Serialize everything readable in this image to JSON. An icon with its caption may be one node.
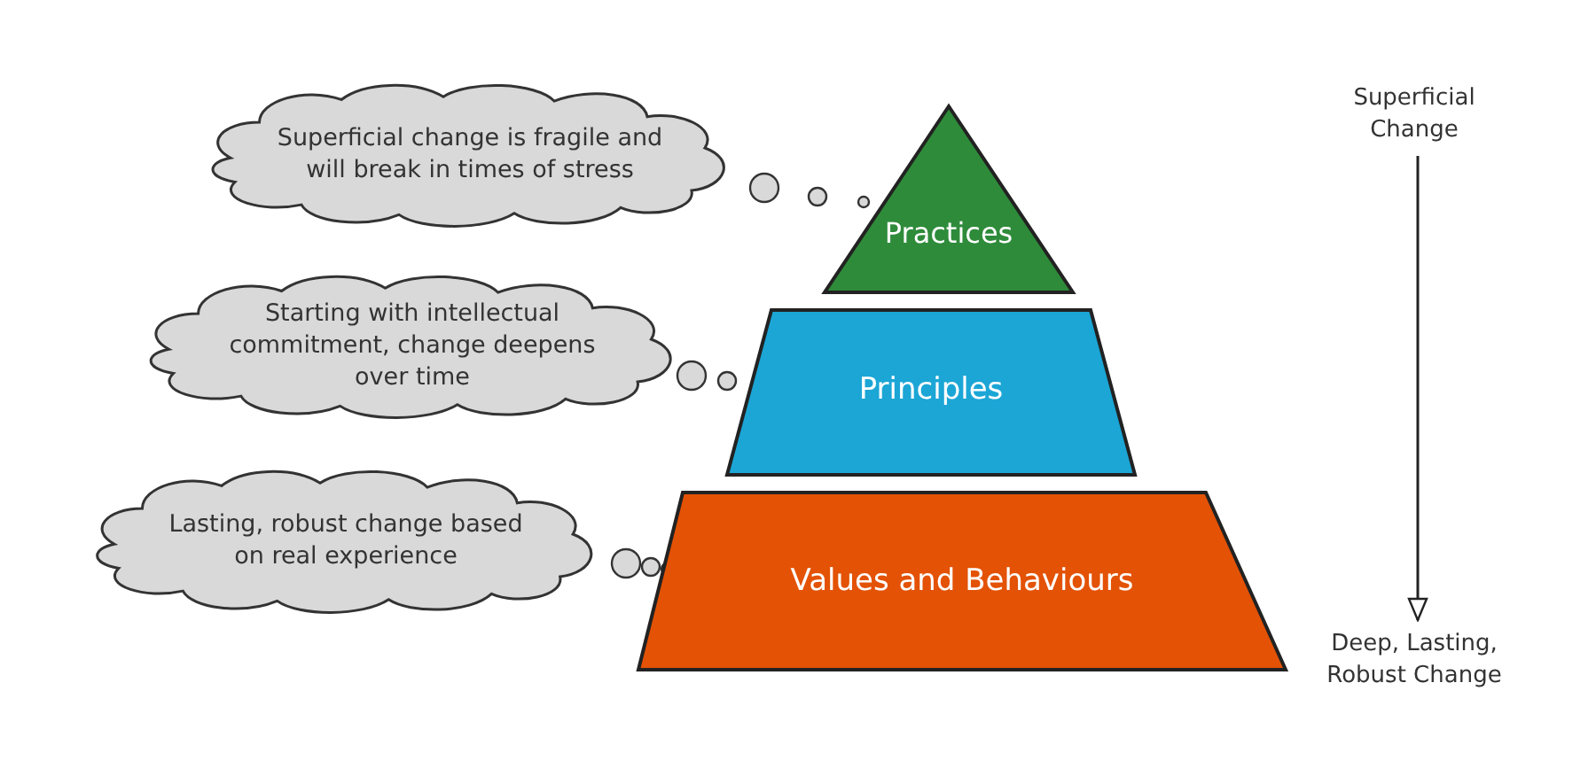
{
  "diagram": {
    "nodes": [
      {
        "text": [
          "Superficial change is fragile and will break in times of stress"
        ]
      },
      {
        "text": [
          "Practices"
        ]
      },
      {
        "text": [
          "Starting with intellectual commitment, change deepens over time"
        ]
      },
      {
        "text": [
          "Principles"
        ]
      },
      {
        "text": [
          "Lasting, robust change based on real experience"
        ]
      },
      {
        "text": [
          "Values and Behaviours"
        ]
      },
      {
        "text": [
          "Superficial Change"
        ]
      },
      {
        "text": [
          "Deep, Lasting, Robust Change"
        ]
      }
    ],
    "edges": [
      {
        "from": 6,
        "to": 7,
        "arrow": "to"
      }
    ]
  }
}
